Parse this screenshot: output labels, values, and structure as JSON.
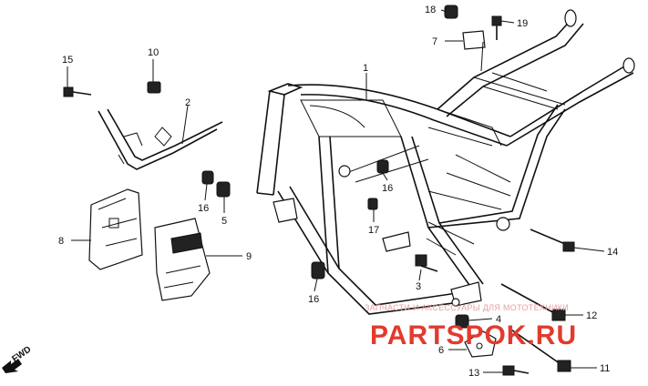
{
  "diagram": {
    "callouts": [
      "1",
      "2",
      "3",
      "4",
      "5",
      "6",
      "7",
      "8",
      "9",
      "10",
      "11",
      "12",
      "13",
      "14",
      "15",
      "16",
      "16",
      "16",
      "17",
      "18",
      "19"
    ],
    "watermark": {
      "caption": "ЗАПЧАСТИ И АКСЕССУАРЫ ДЛЯ МОТОТЕХНИКИ",
      "logo": "PARTSPOK.RU"
    },
    "direction_label": "FWD"
  }
}
